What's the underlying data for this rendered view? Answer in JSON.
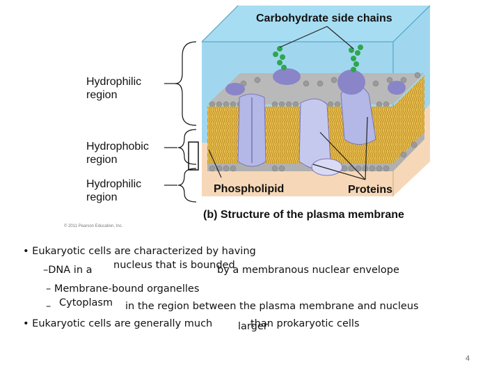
{
  "figure": {
    "labels": {
      "carbohydrate": "Carbohydrate side chains",
      "hydrophilic_top": [
        "Hydrophilic",
        "region"
      ],
      "hydrophobic": [
        "Hydrophobic",
        "region"
      ],
      "hydrophilic_bottom": [
        "Hydrophilic",
        "region"
      ],
      "phospholipid": "Phospholipid",
      "proteins": "Proteins",
      "caption": "(b) Structure of the plasma membrane",
      "copyright": "© 2011 Pearson Education, Inc."
    },
    "colors": {
      "extracellular": "#8fd0ec",
      "cytoplasm": "#f6d8b8",
      "heads": "#9a9a9a",
      "tails": "#e7bd52",
      "protein": "#b3b8e6",
      "protein_dark": "#8a84c8",
      "carbohydrate": "#2ea64f"
    }
  },
  "bullets": {
    "b1": "Eukaryotic cells are characterized by having",
    "s1a": "–DNA in a",
    "s1b": "nucleus that is bounded",
    "s1c": "by a membranous nuclear envelope",
    "s2": "– Membrane-bound organelles",
    "s3a": "–",
    "s3b": "Cytoplasm",
    "s3c": "in the region between the plasma membrane and nucleus",
    "b2a": "Eukaryotic cells are generally much",
    "b2b": "larger",
    "b2c": "than prokaryotic cells"
  },
  "page_number": "4"
}
